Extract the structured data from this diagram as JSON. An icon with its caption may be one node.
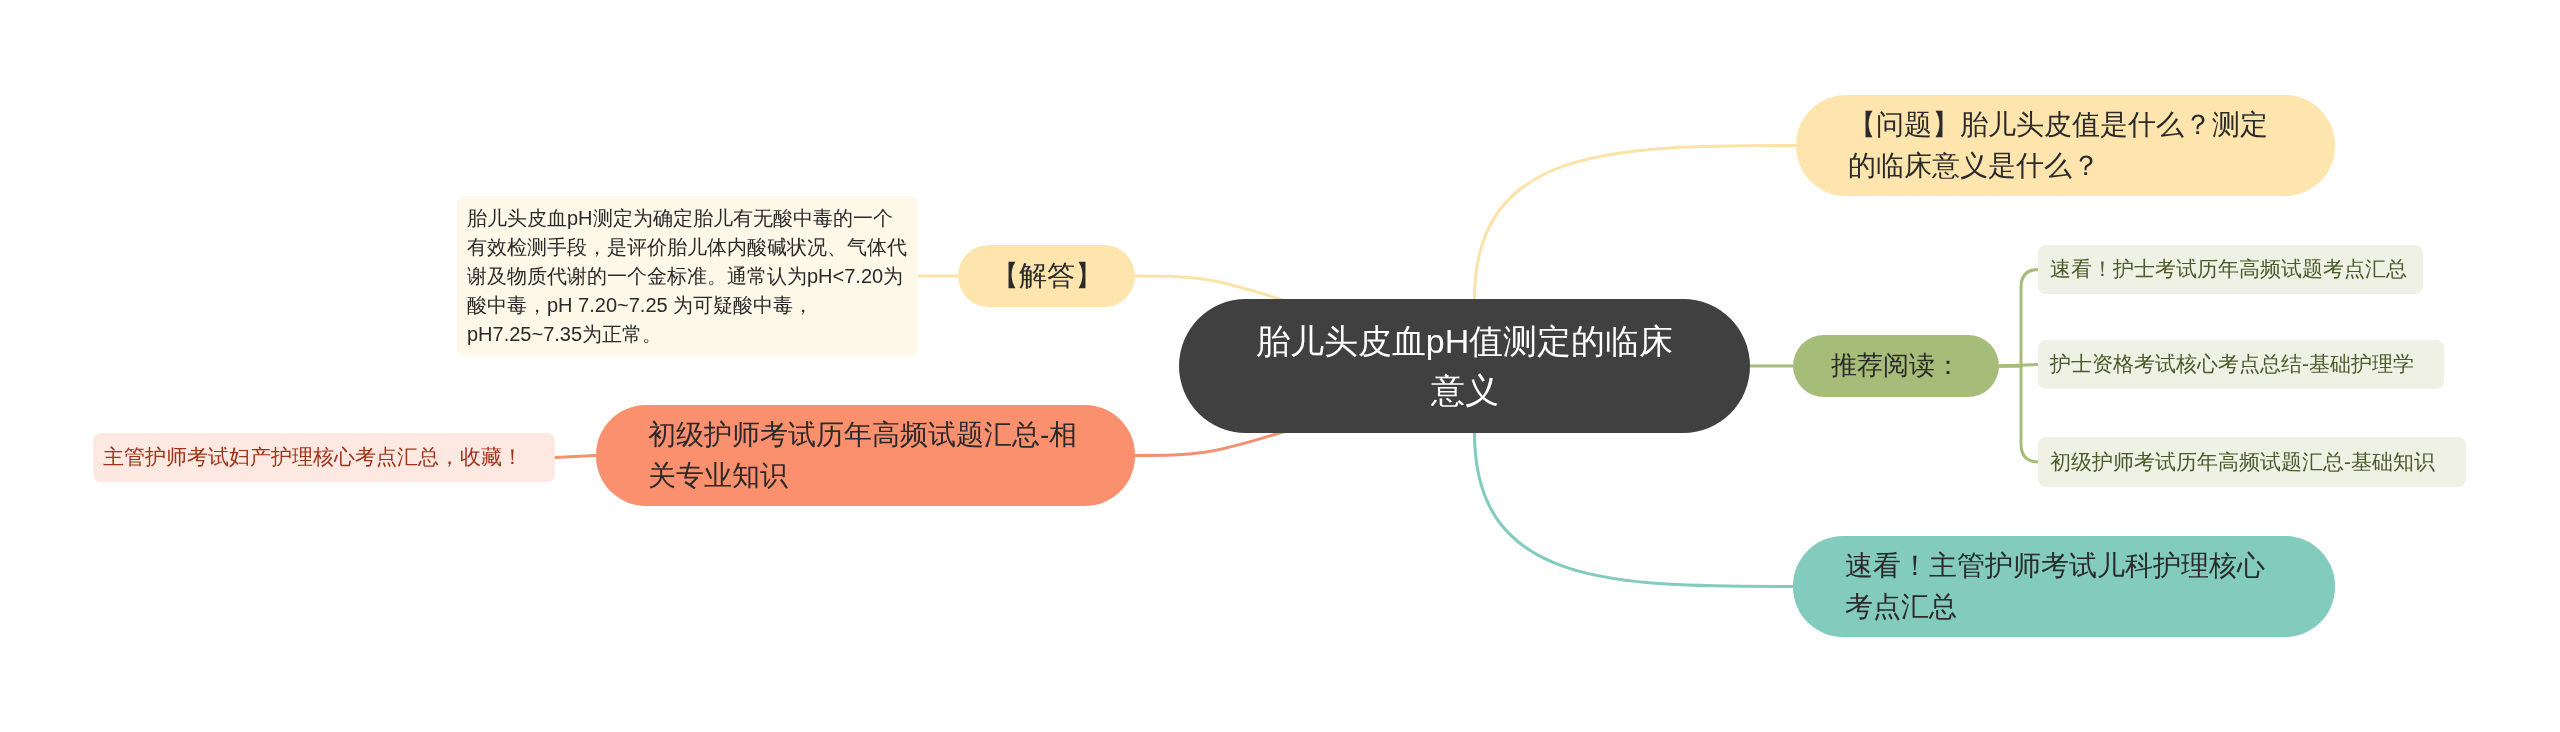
{
  "diagram": {
    "nodes": [
      {
        "text": [
          "胎儿头皮血pH值测定的临床意义"
        ]
      },
      {
        "text": [
          "【问题】胎儿头皮值是什么？测定的临床意义是什么？"
        ]
      },
      {
        "text": [
          "推荐阅读："
        ]
      },
      {
        "text": [
          "速看！护士考试历年高频试题考点汇总"
        ]
      },
      {
        "text": [
          "护士资格考试核心考点总结-基础护理学"
        ]
      },
      {
        "text": [
          "初级护师考试历年高频试题汇总-基础知识"
        ]
      },
      {
        "text": [
          "速看！主管护师考试儿科护理核心考点汇总"
        ]
      },
      {
        "text": [
          "【解答】"
        ]
      },
      {
        "text": [
          "胎儿头皮血pH测定为确定胎儿有无酸中毒的一个有效检测手段，是评价胎儿体内酸碱状况、气体代谢及物质代谢的一个金标准。通常认为pH<7.20为酸中毒，pH 7.20~7.25 为可疑酸中毒，pH7.25~7.35为正常。"
        ]
      },
      {
        "text": [
          "初级护师考试历年高频试题汇总-相关专业知识"
        ]
      },
      {
        "text": [
          "主管护师考试妇产护理核心考点汇总，收藏！"
        ]
      }
    ],
    "edges": [
      {
        "from": 0,
        "to": 1,
        "arrow": "none",
        "color": "#fbe3a8"
      },
      {
        "from": 0,
        "to": 2,
        "arrow": "none",
        "color": "#a5bd78"
      },
      {
        "from": 2,
        "to": 3,
        "arrow": "none",
        "color": "#a5bd78"
      },
      {
        "from": 2,
        "to": 4,
        "arrow": "none",
        "color": "#a5bd78"
      },
      {
        "from": 2,
        "to": 5,
        "arrow": "none",
        "color": "#a5bd78"
      },
      {
        "from": 0,
        "to": 6,
        "arrow": "none",
        "color": "#82cbbd"
      },
      {
        "from": 0,
        "to": 7,
        "arrow": "none",
        "color": "#fbe3a8"
      },
      {
        "from": 7,
        "to": 8,
        "arrow": "none",
        "color": "#fbe3a8"
      },
      {
        "from": 0,
        "to": 9,
        "arrow": "none",
        "color": "#f4906f"
      },
      {
        "from": 9,
        "to": 10,
        "arrow": "none",
        "color": "#f4906f"
      }
    ]
  }
}
